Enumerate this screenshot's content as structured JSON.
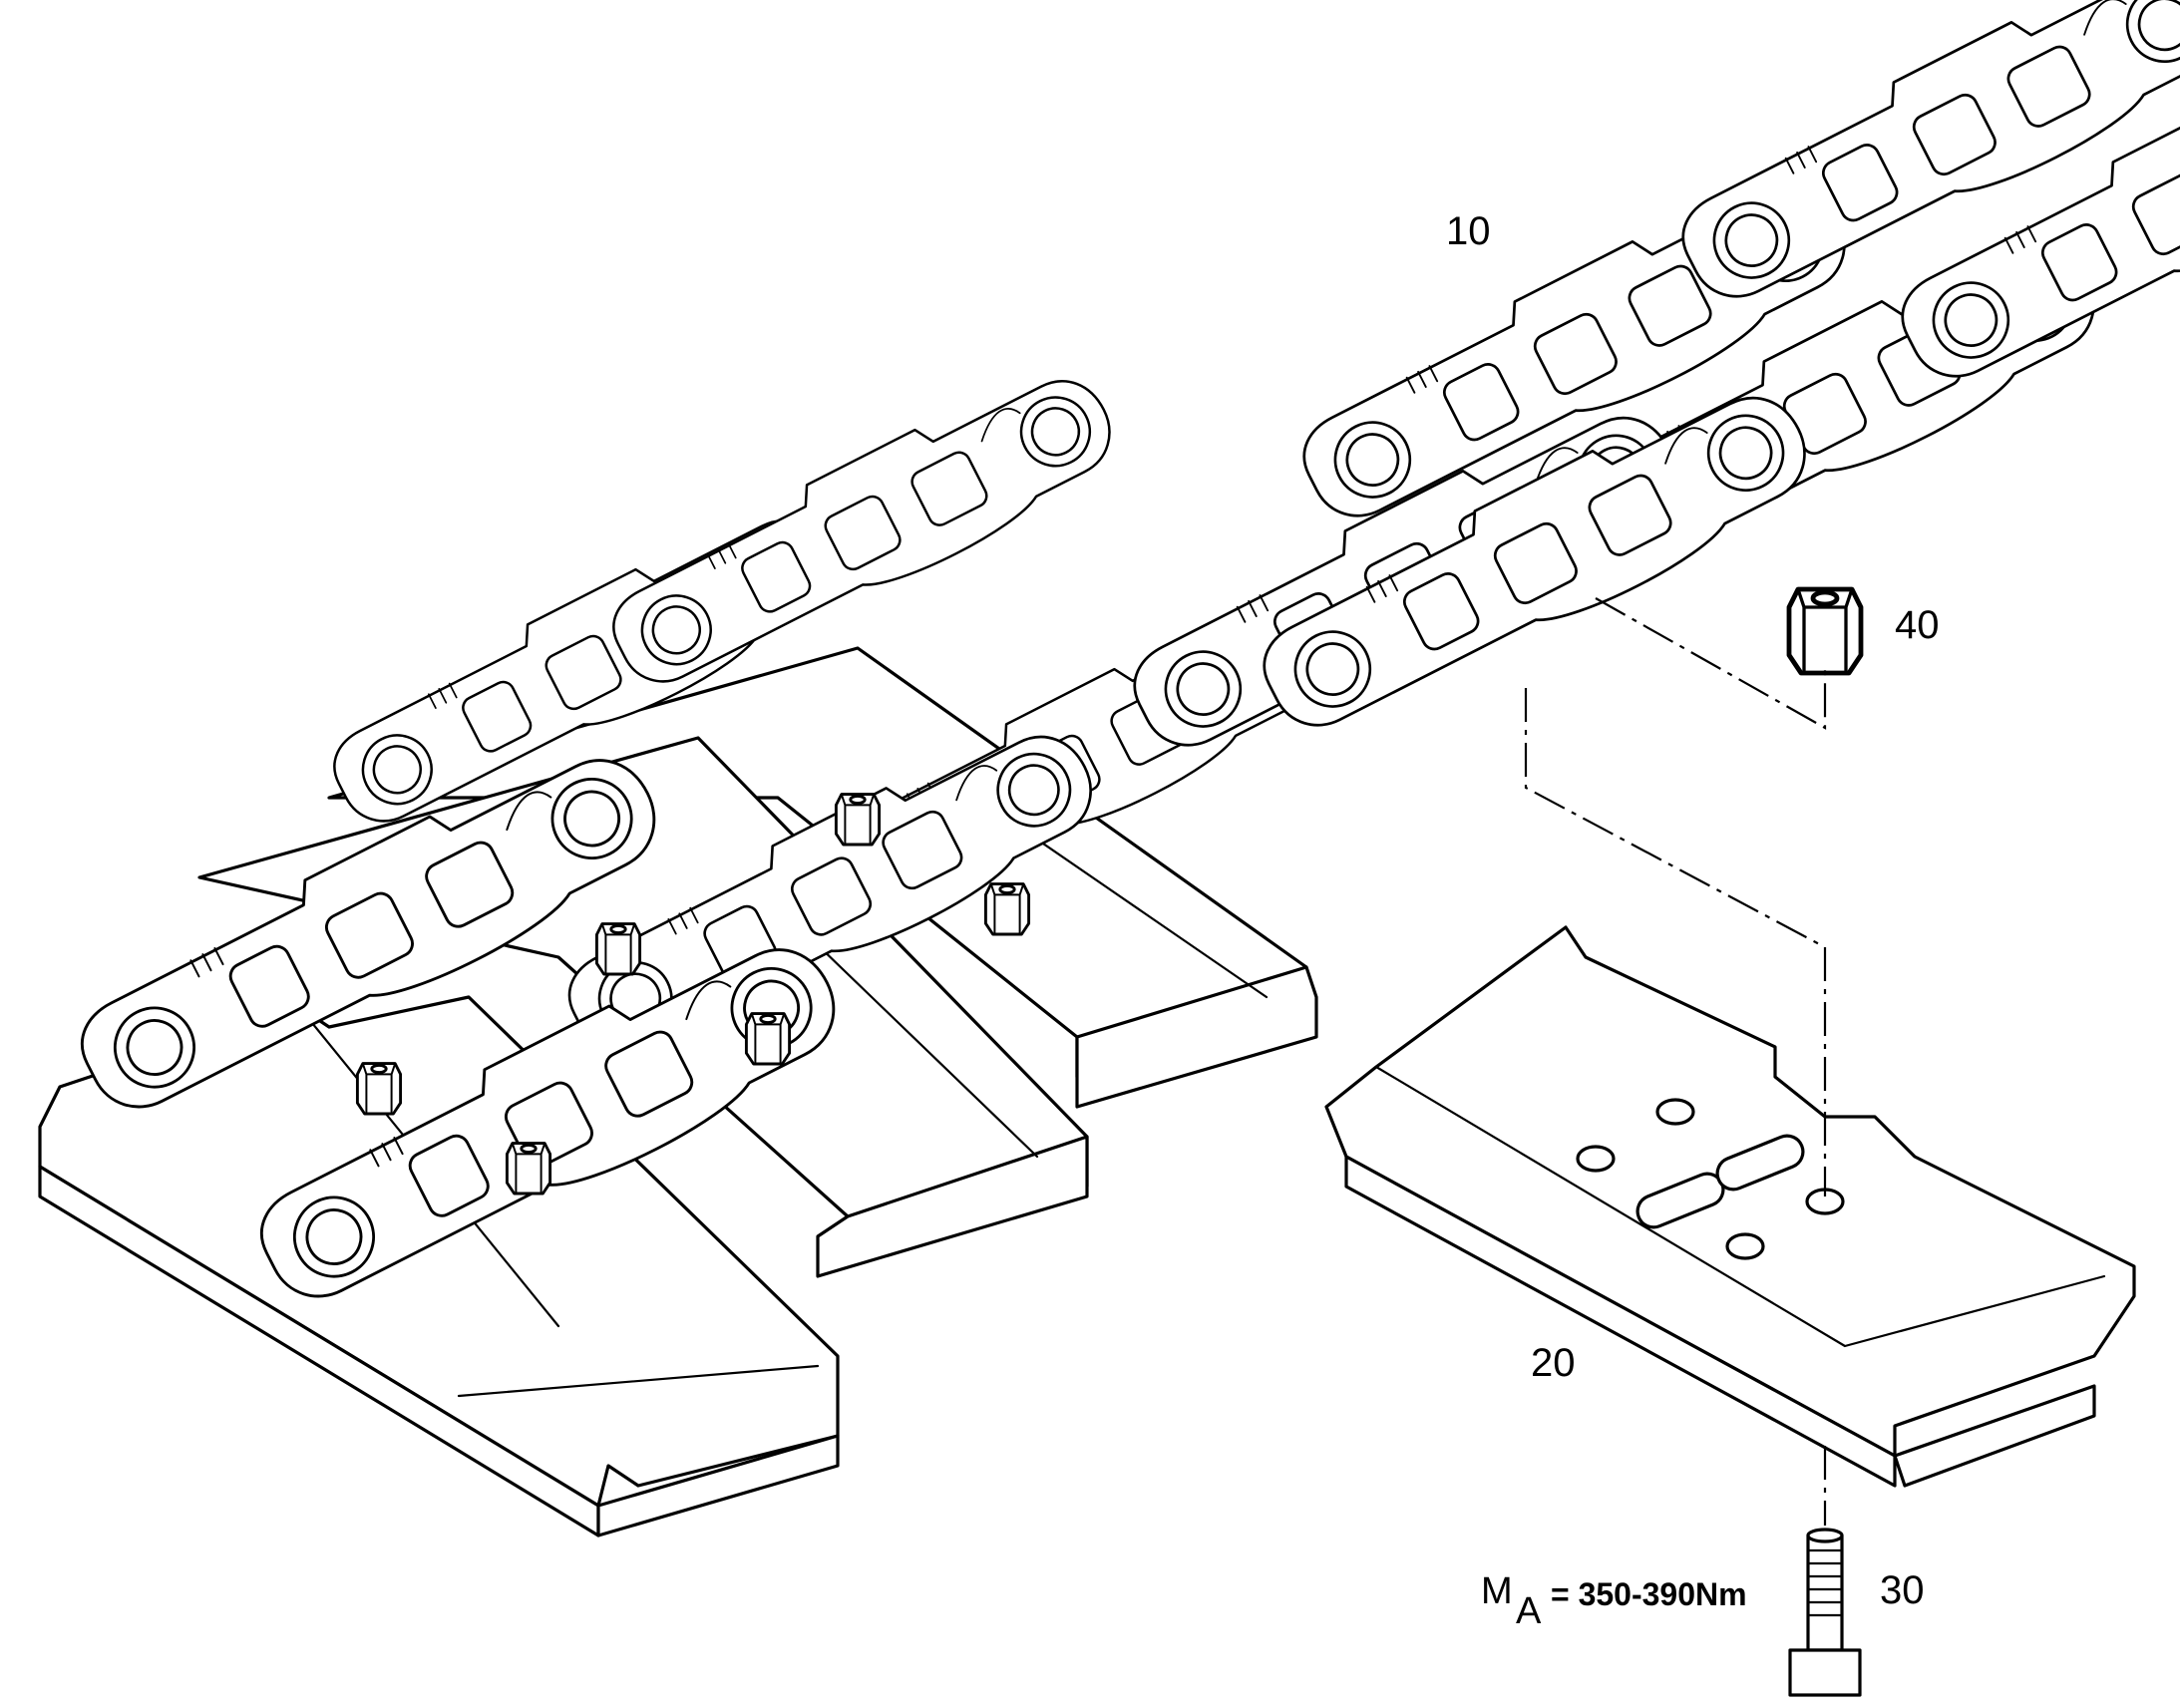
{
  "callouts": {
    "link_assembly": "10",
    "track_shoe": "20",
    "shoe_bolt": "30",
    "shoe_nut": "40"
  },
  "torque": {
    "symbol": "M",
    "subscript": "A",
    "value": "= 350-390Nm"
  }
}
